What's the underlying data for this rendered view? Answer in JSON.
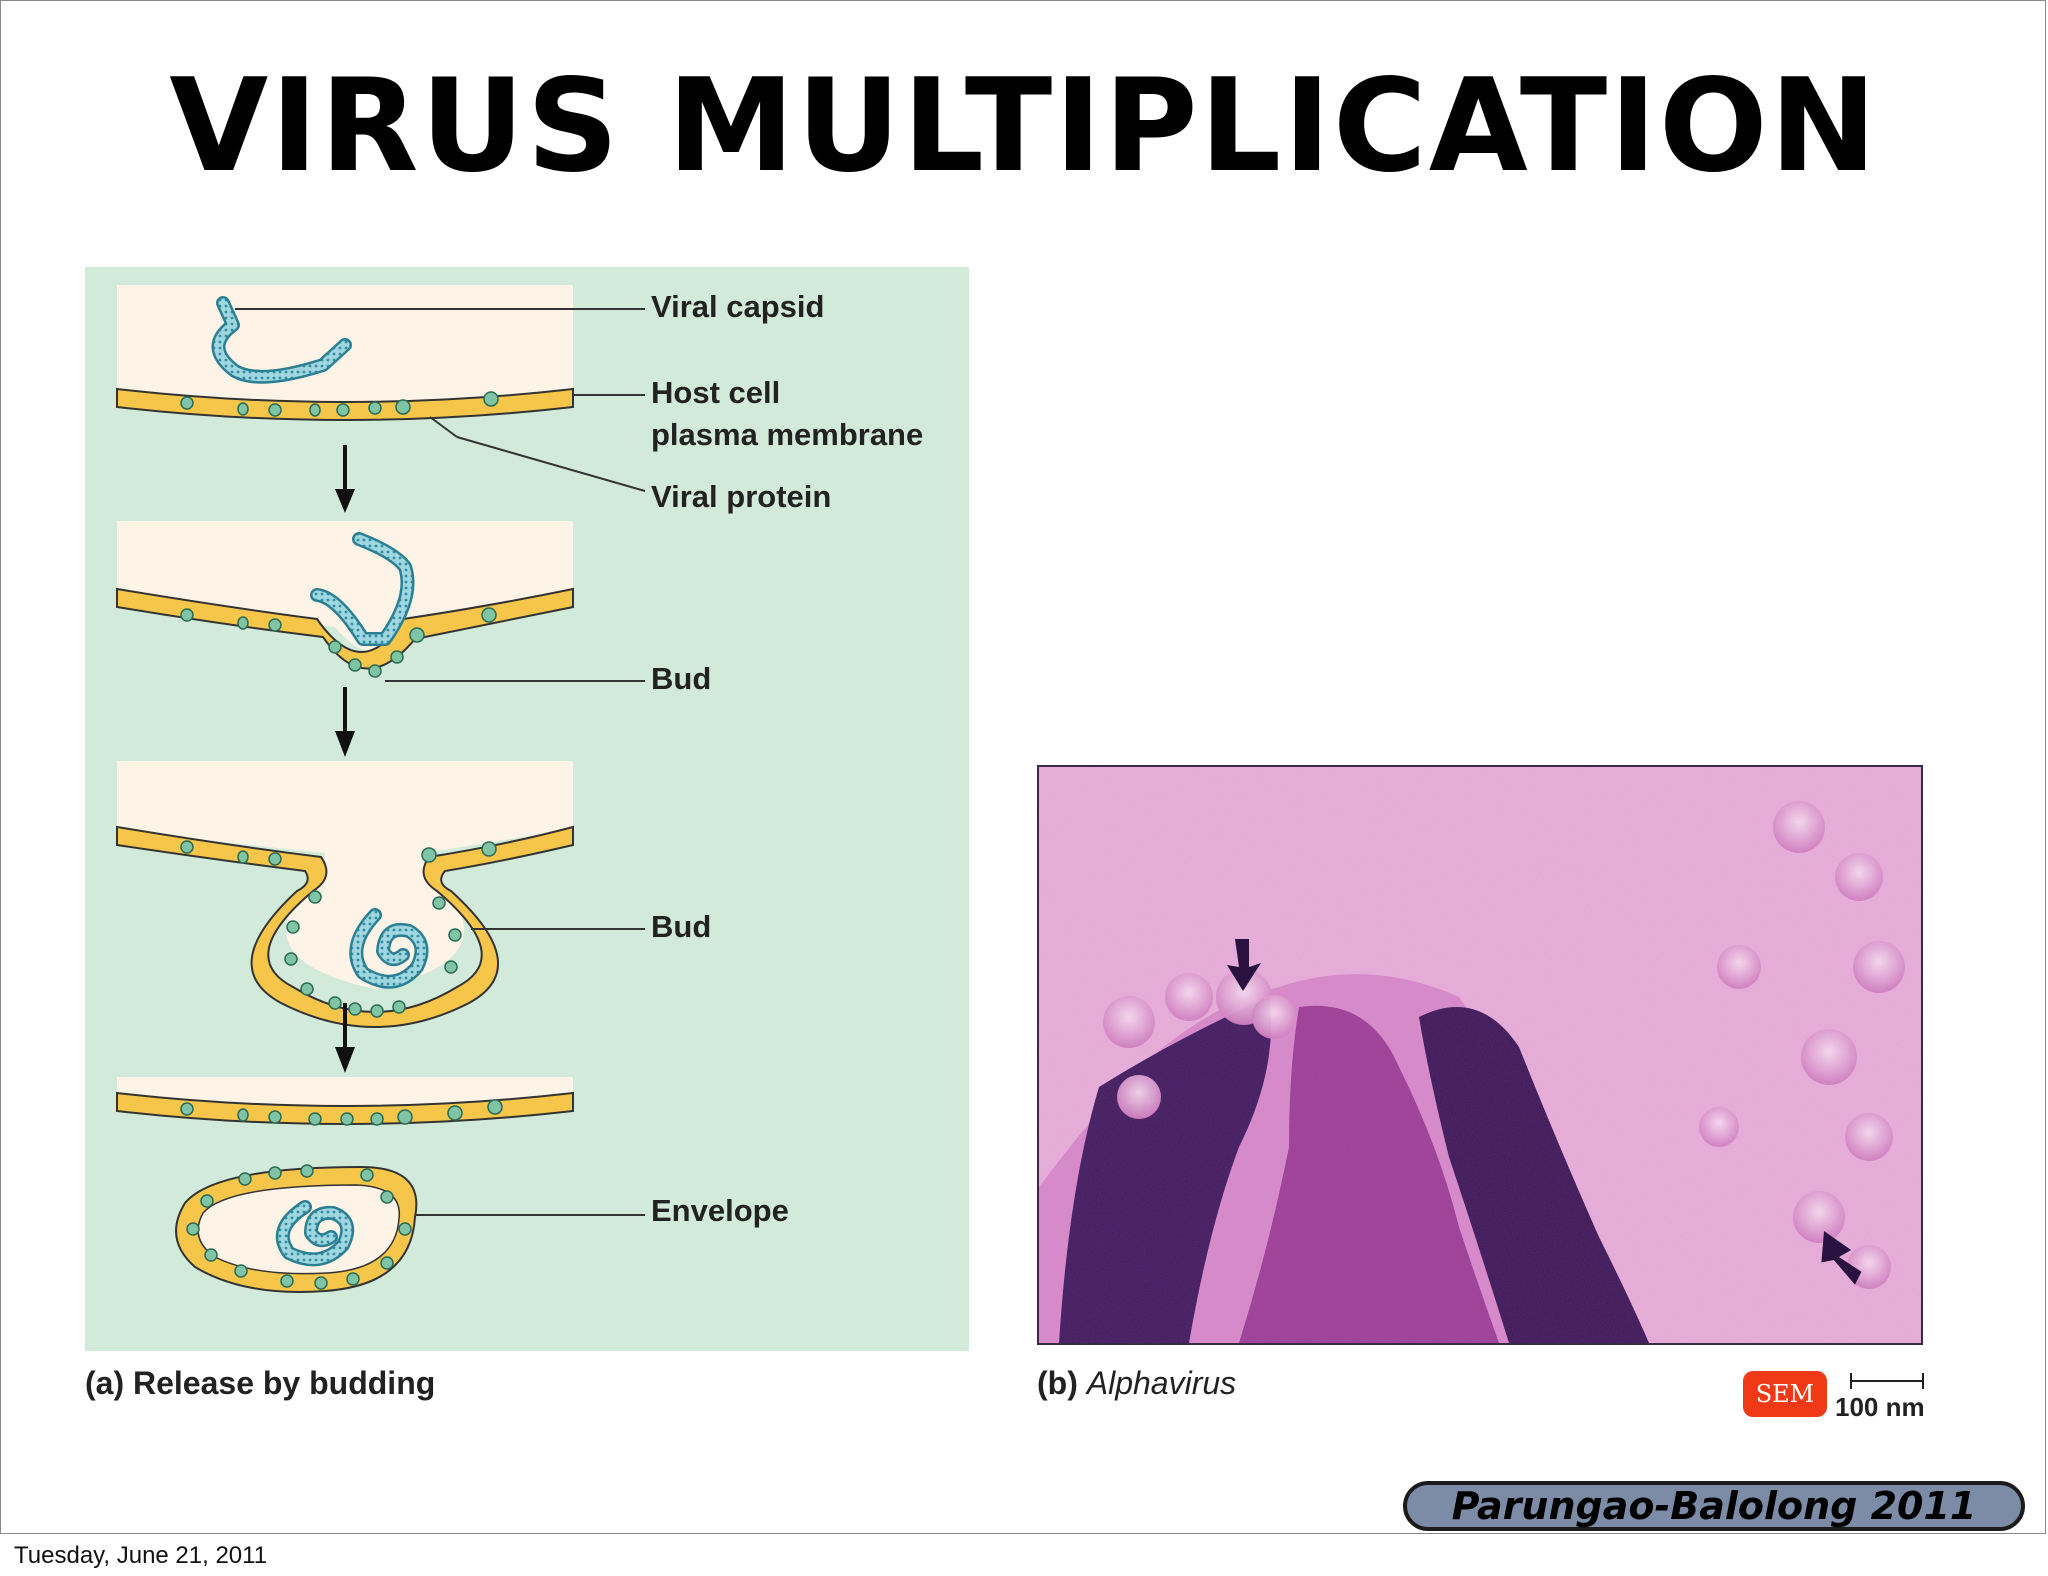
{
  "slide": {
    "title": "VIRUS MULTIPLICATION",
    "footer_credit": "Parungao-Balolong 2011",
    "date": "Tuesday, June 21, 2011"
  },
  "figure_a": {
    "labels": {
      "viral_capsid": "Viral capsid",
      "host_cell_line1": "Host cell",
      "host_cell_line2": "plasma membrane",
      "viral_protein": "Viral protein",
      "bud_1": "Bud",
      "bud_2": "Bud",
      "envelope": "Envelope"
    },
    "caption_prefix": "(a)",
    "caption_text": "Release by budding",
    "colors": {
      "panel_bg": "#d2ead9",
      "cell_interior": "#fdf3e6",
      "membrane": "#f5c64a",
      "protein": "#7fc4a4",
      "capsid": "#3da5b6"
    }
  },
  "figure_b": {
    "caption_prefix": "(b)",
    "caption_text": "Alphavirus",
    "badge": "SEM",
    "scale_label": "100 nm",
    "colors": {
      "light": "#e8a8d6",
      "dark": "#3d1a5c"
    }
  }
}
